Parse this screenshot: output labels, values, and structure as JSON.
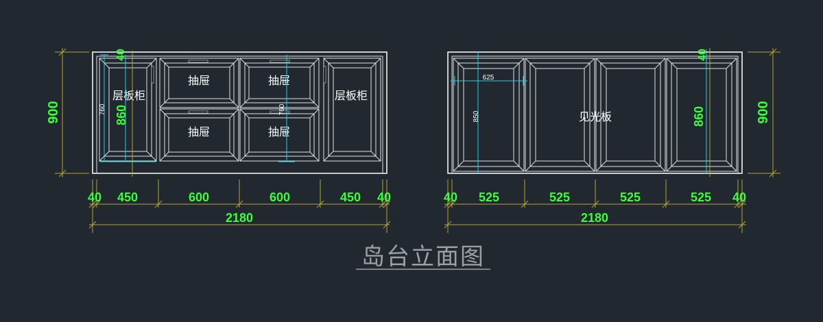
{
  "colors": {
    "background": "#212830",
    "outline": "#ffffff",
    "dimension_line": "#b8a632",
    "dimension_text": "#3aff3a",
    "measure_line": "#18d7e6"
  },
  "left_view": {
    "labels": {
      "shelf_cabinet_left": "层板柜",
      "shelf_cabinet_right": "层板柜",
      "drawer_top_1": "抽屉",
      "drawer_top_2": "抽屉",
      "drawer_bottom_1": "抽屉",
      "drawer_bottom_2": "抽屉"
    },
    "dims": {
      "height_total": "900",
      "top_gap": "40",
      "panel_height": "860",
      "inner_left": "760",
      "inner_center": "760",
      "seg_1": "40",
      "seg_2": "450",
      "seg_3": "600",
      "seg_4": "600",
      "seg_5": "450",
      "seg_6": "40",
      "total_width": "2180"
    }
  },
  "right_view": {
    "labels": {
      "visible_panel": "见光板"
    },
    "dims": {
      "height_total": "900",
      "top_gap": "40",
      "panel_height": "860",
      "door_width": "625",
      "door_height": "850",
      "seg_1": "40",
      "seg_2": "525",
      "seg_3": "525",
      "seg_4": "525",
      "seg_5": "525",
      "seg_6": "40",
      "total_width": "2180"
    }
  },
  "title": "岛台立面图"
}
